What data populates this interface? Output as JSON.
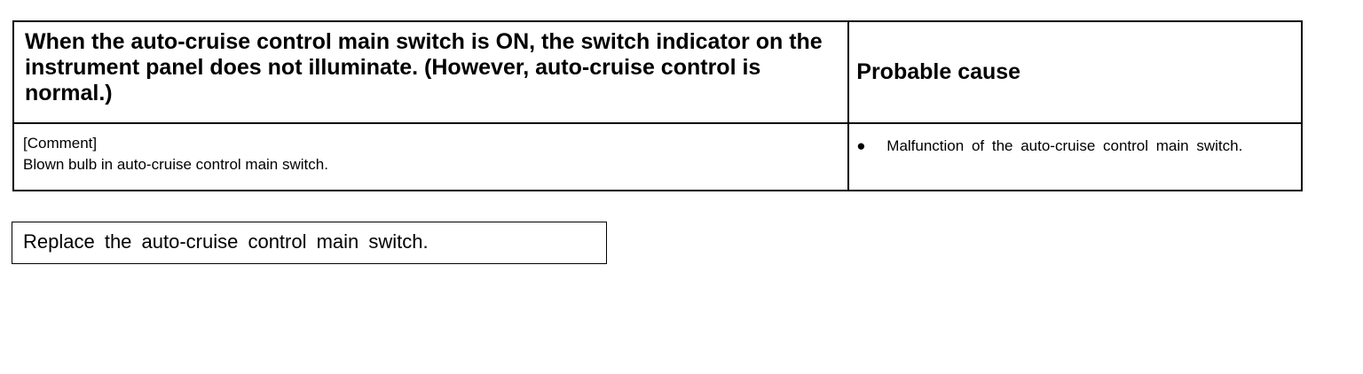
{
  "table": {
    "symptom_title": "When the auto-cruise control main switch is ON, the switch indicator on the instrument panel does not illuminate. (However, auto-cruise control is normal.)",
    "cause_header": "Probable cause",
    "comment_label": "[Comment]",
    "comment_text": "Blown bulb in auto-cruise control main switch.",
    "causes": [
      {
        "bullet": "●",
        "text": "Malfunction of the auto-cruise control main switch."
      }
    ]
  },
  "remedy": {
    "text": "Replace the auto-cruise control main switch."
  }
}
